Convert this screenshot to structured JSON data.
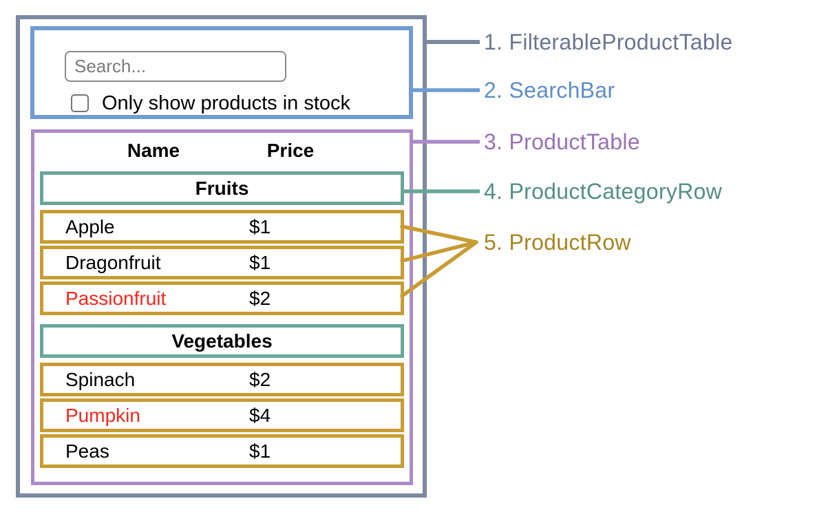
{
  "colors": {
    "slate": "#7C89A1",
    "slate-text": "#6A7690",
    "blue": "#6F9CD3",
    "blue-text": "#5E8DC9",
    "purple": "#AC8BC7",
    "purple-text": "#9A70B4",
    "teal": "#68A698",
    "teal-text": "#539080",
    "gold": "#C89C33",
    "gold-text": "#A8841F",
    "red": "#F9261C"
  },
  "search_bar": {
    "placeholder": "Search...",
    "checkbox_label": "Only show products in stock",
    "checkbox_checked": false
  },
  "product_table": {
    "header": {
      "name": "Name",
      "price": "Price"
    },
    "sections": [
      {
        "category": "Fruits",
        "products": [
          {
            "name": "Apple",
            "price": "$1",
            "out_of_stock": false
          },
          {
            "name": "Dragonfruit",
            "price": "$1",
            "out_of_stock": false
          },
          {
            "name": "Passionfruit",
            "price": "$2",
            "out_of_stock": true
          }
        ]
      },
      {
        "category": "Vegetables",
        "products": [
          {
            "name": "Spinach",
            "price": "$2",
            "out_of_stock": false
          },
          {
            "name": "Pumpkin",
            "price": "$4",
            "out_of_stock": true
          },
          {
            "name": "Peas",
            "price": "$1",
            "out_of_stock": false
          }
        ]
      }
    ]
  },
  "labels": [
    {
      "text": "1. FilterableProductTable"
    },
    {
      "text": "2. SearchBar"
    },
    {
      "text": "3. ProductTable"
    },
    {
      "text": "4. ProductCategoryRow"
    },
    {
      "text": "5. ProductRow"
    }
  ]
}
